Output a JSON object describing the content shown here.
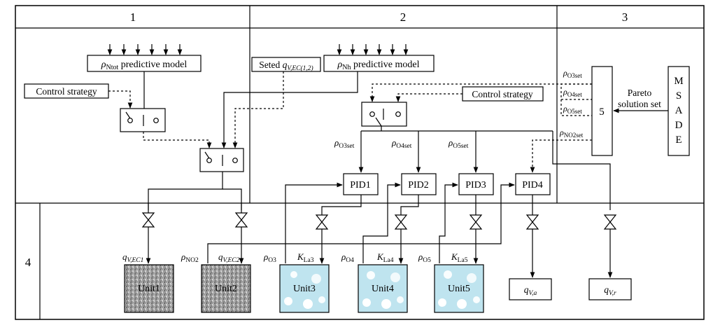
{
  "sections": {
    "s1": "1",
    "s2": "2",
    "s3": "3",
    "s4": "4"
  },
  "models": {
    "rho_char": "ρ",
    "ntot_sub": "Ntot",
    "nh_sub": "Nh",
    "model_label": "predictive model"
  },
  "seted": {
    "prefix": "Seted ",
    "q": "q",
    "sub": "V,EC(1,2)"
  },
  "control_strategy": "Control strategy",
  "pid": [
    "PID1",
    "PID2",
    "PID3",
    "PID4"
  ],
  "setpoints": {
    "o3": "O3set",
    "o4": "O4set",
    "o5": "O5set",
    "no2": "NO2set"
  },
  "block5": "5",
  "pareto": {
    "line1": "Pareto",
    "line2": "solution set"
  },
  "msade": [
    "M",
    "S",
    "A",
    "D",
    "E"
  ],
  "flows": {
    "q_ec1": "V,EC1",
    "q_ec2": "V,EC2",
    "q_a": "V,a",
    "q_r": "V,r",
    "rho_no2": "NO2",
    "rho_o3": "O3",
    "rho_o4": "O4",
    "rho_o5": "O5",
    "k_char": "K",
    "kla3": "La3",
    "kla4": "La4",
    "kla5": "La5",
    "q_char": "q"
  },
  "units": [
    "Unit1",
    "Unit2",
    "Unit3",
    "Unit4",
    "Unit5"
  ],
  "colors": {
    "ec_gray": "#a8a8a8",
    "water": "#bfe4ef",
    "bubble": "#ffffff"
  }
}
